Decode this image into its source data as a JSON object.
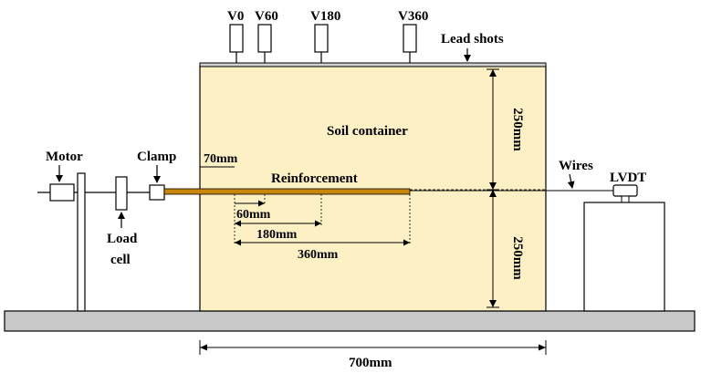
{
  "labels": {
    "sensor_v0": "V0",
    "sensor_v60": "V60",
    "sensor_v180": "V180",
    "sensor_v360": "V360",
    "lead_shots": "Lead shots",
    "soil_container": "Soil container",
    "motor": "Motor",
    "clamp": "Clamp",
    "load_cell_line1": "Load",
    "load_cell_line2": "cell",
    "wires": "Wires",
    "lvdt": "LVDT",
    "reinforcement": "Reinforcement",
    "dim_70": "70mm",
    "dim_60": "60mm",
    "dim_180": "180mm",
    "dim_360": "360mm",
    "dim_height_top": "250mm",
    "dim_height_bottom": "250mm",
    "dim_width": "700mm"
  },
  "colors": {
    "soil": "#fdf0c4",
    "ground": "#c8c8c8",
    "reinforcement": "#c8860a",
    "line": "#000000"
  }
}
